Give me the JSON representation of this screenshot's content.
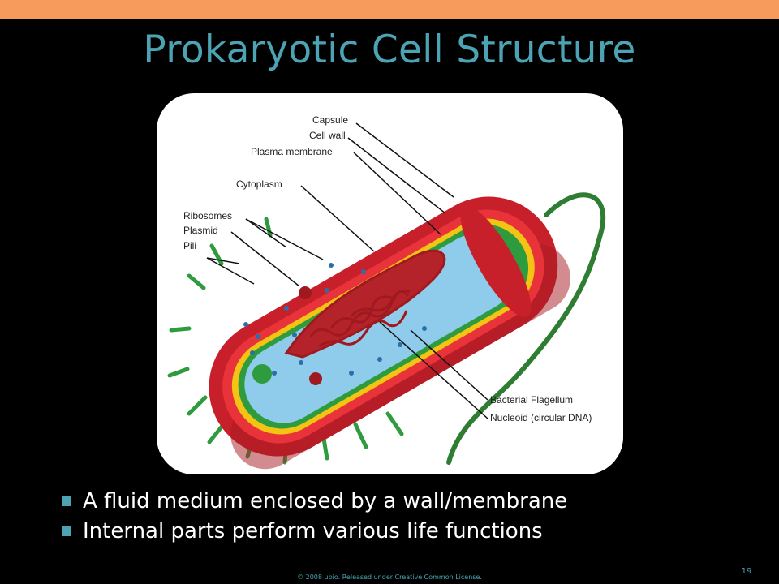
{
  "slide": {
    "title": "Prokaryotic Cell Structure",
    "page_number": "19",
    "footer": "© 2008 ubio. Released under Creative Common License."
  },
  "diagram": {
    "labels": {
      "capsule": "Capsule",
      "cell_wall": "Cell wall",
      "plasma_membrane": "Plasma membrane",
      "cytoplasm": "Cytoplasm",
      "ribosomes": "Ribosomes",
      "plasmid": "Plasmid",
      "pili": "Pili",
      "flagellum": "Bacterial Flagellum",
      "nucleoid": "Nucleoid (circular DNA)"
    }
  },
  "bullets": [
    "A fluid medium enclosed by a wall/membrane",
    "Internal parts perform various life functions"
  ],
  "colors": {
    "accent_bar": "#F79B5C",
    "title": "#4BA3B4",
    "capsule": "#C8202A",
    "cell_wall": "#F3C414",
    "plasma_membrane": "#2E9C3E",
    "cytoplasm": "#8FCBEA",
    "nucleoid": "#A0191F"
  },
  "icons": [
    "square-bullet-icon"
  ]
}
